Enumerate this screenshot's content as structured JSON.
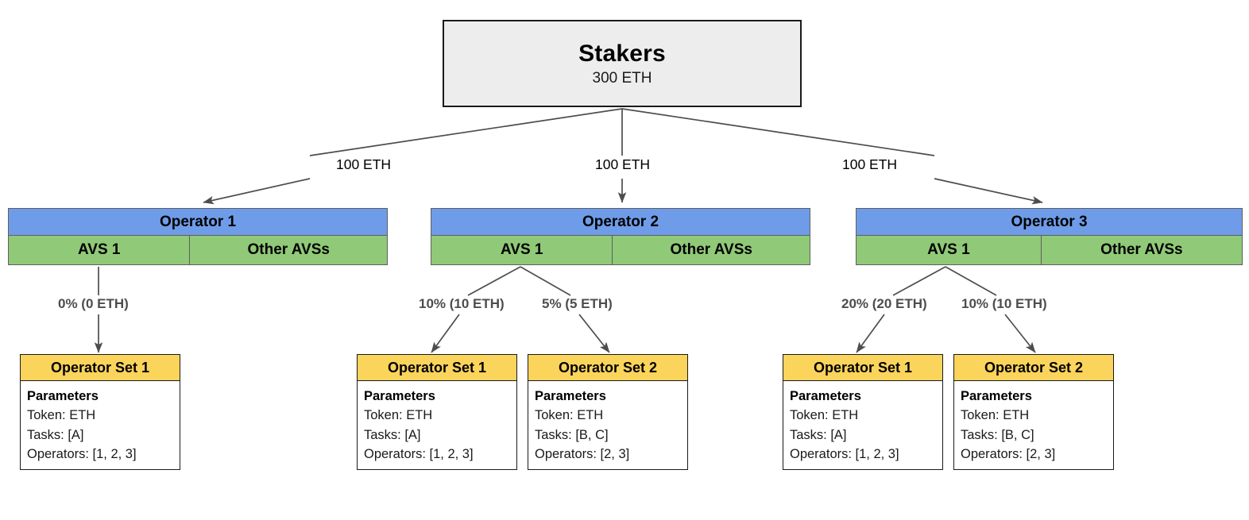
{
  "diagram": {
    "title": "EigenLayer operator set allocation diagram",
    "colors": {
      "stakers_fill": "#ededed",
      "operator_header_fill": "#6f9ce8",
      "avs_fill": "#90c978",
      "operator_set_header_fill": "#fbd45c",
      "body_fill": "#ffffff",
      "edge_stroke": "#4d4d4d",
      "pct_label_color": "#4d4d4d"
    }
  },
  "stakers": {
    "title": "Stakers",
    "amount": "300 ETH"
  },
  "stake_edges": [
    {
      "label": "100 ETH"
    },
    {
      "label": "100 ETH"
    },
    {
      "label": "100 ETH"
    }
  ],
  "operators": [
    {
      "name": "Operator 1",
      "avs_primary": "AVS 1",
      "avs_other": "Other AVSs",
      "allocations": [
        {
          "label": "0% (0 ETH)"
        }
      ]
    },
    {
      "name": "Operator 2",
      "avs_primary": "AVS 1",
      "avs_other": "Other AVSs",
      "allocations": [
        {
          "label": "10% (10 ETH)"
        },
        {
          "label": "5% (5 ETH)"
        }
      ]
    },
    {
      "name": "Operator 3",
      "avs_primary": "AVS 1",
      "avs_other": "Other AVSs",
      "allocations": [
        {
          "label": "20% (20 ETH)"
        },
        {
          "label": "10% (10 ETH)"
        }
      ]
    }
  ],
  "operator_sets": [
    {
      "title": "Operator Set 1",
      "params_title": "Parameters",
      "token": "Token: ETH",
      "tasks": "Tasks: [A]",
      "operators": "Operators: [1, 2, 3]"
    },
    {
      "title": "Operator Set 1",
      "params_title": "Parameters",
      "token": "Token: ETH",
      "tasks": "Tasks: [A]",
      "operators": "Operators: [1, 2, 3]"
    },
    {
      "title": "Operator Set 2",
      "params_title": "Parameters",
      "token": "Token: ETH",
      "tasks": "Tasks: [B, C]",
      "operators": "Operators: [2, 3]"
    },
    {
      "title": "Operator Set 1",
      "params_title": "Parameters",
      "token": "Token: ETH",
      "tasks": "Tasks: [A]",
      "operators": "Operators: [1, 2, 3]"
    },
    {
      "title": "Operator Set 2",
      "params_title": "Parameters",
      "token": "Token: ETH",
      "tasks": "Tasks: [B, C]",
      "operators": "Operators: [2, 3]"
    }
  ]
}
